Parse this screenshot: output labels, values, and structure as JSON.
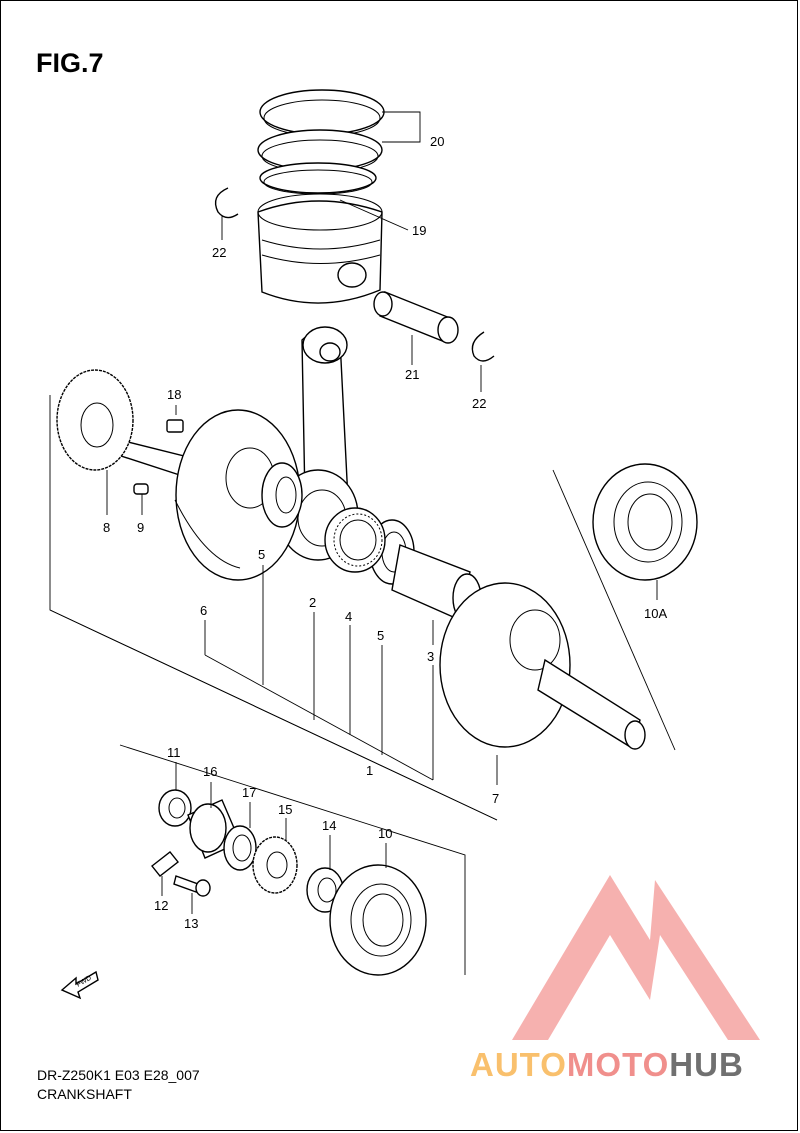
{
  "figure": {
    "title": "FIG.7"
  },
  "footer": {
    "model_code": "DR-Z250K1 E03 E28_007",
    "section": "CRANKSHAFT"
  },
  "fwd_arrow": {
    "label": "FWD"
  },
  "watermark": {
    "part1": "AUTO",
    "part2": "MOTO",
    "part3": "HUB",
    "colors": [
      "#f9c06d",
      "#f08f8c",
      "#707070"
    ]
  },
  "callouts": {
    "c1": "1",
    "c2": "2",
    "c3": "3",
    "c4": "4",
    "c5a": "5",
    "c5b": "5",
    "c6": "6",
    "c7": "7",
    "c8": "8",
    "c9": "9",
    "c10": "10",
    "c10a": "10A",
    "c11": "11",
    "c12": "12",
    "c13": "13",
    "c14": "14",
    "c15": "15",
    "c16": "16",
    "c17": "17",
    "c18": "18",
    "c19": "19",
    "c20": "20",
    "c21": "21",
    "c22a": "22",
    "c22b": "22"
  }
}
